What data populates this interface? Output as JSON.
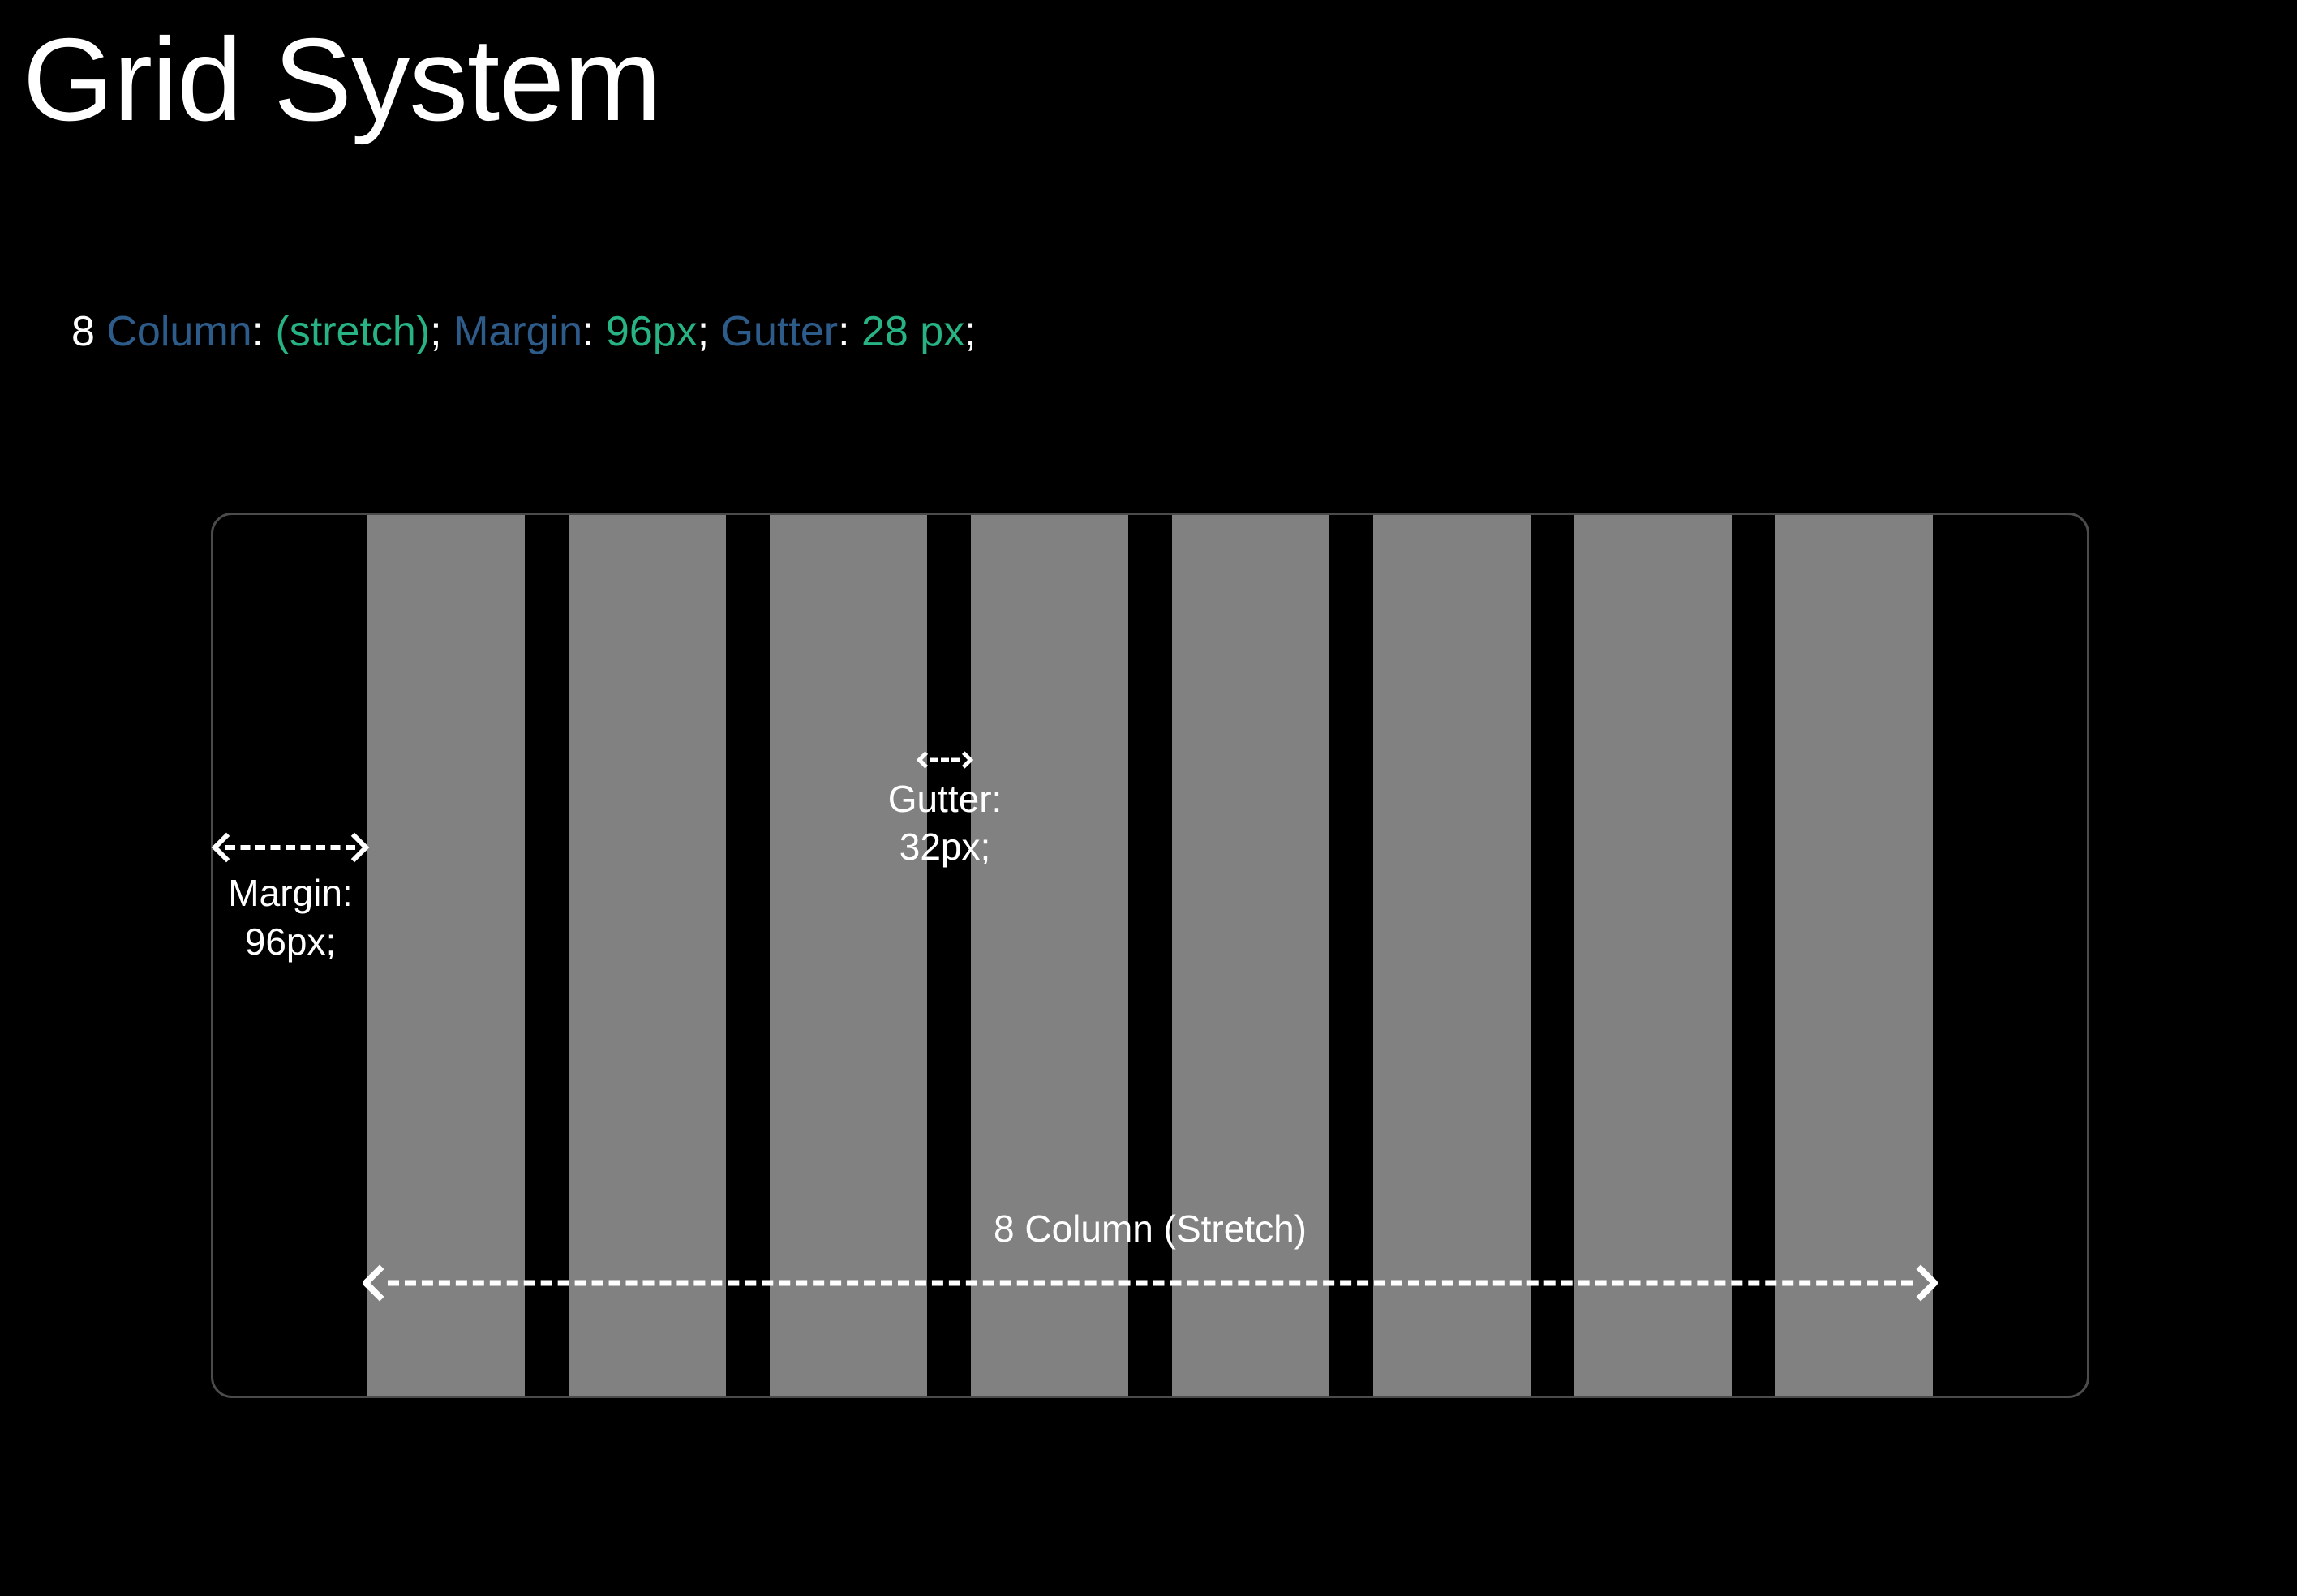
{
  "page": {
    "title": "Grid System",
    "background_color": "#000000"
  },
  "spec_line": {
    "column_count": "8",
    "column_label": "Column",
    "column_sep": ": ",
    "column_value": "(stretch)",
    "sep1": "; ",
    "margin_label": "Margin",
    "margin_sep": ": ",
    "margin_value": "96px",
    "sep2": "; ",
    "gutter_label": "Gutter",
    "gutter_sep": ": ",
    "gutter_value": "28 px",
    "sep3": ";",
    "colors": {
      "number": "#ffffff",
      "key": "#2e5c8a",
      "value": "#27b383",
      "punctuation": "#ffffff"
    }
  },
  "grid_card": {
    "column_count": 8,
    "column_color": "#818181",
    "border_color": "#4b4b4b",
    "background_color": "#000000"
  },
  "annotations": {
    "margin": {
      "arrow": "left-right-dashed-arrow",
      "label_line1": "Margin:",
      "label_line2": "96px;"
    },
    "gutter": {
      "arrow": "left-right-dashed-arrow-small",
      "label_line1": "Gutter:",
      "label_line2": "32px;"
    },
    "column_span": {
      "label": "8 Column (Stretch)",
      "arrow": "left-right-dashed-arrow-wide"
    }
  }
}
